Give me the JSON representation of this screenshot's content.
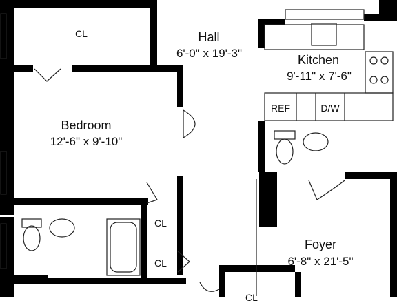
{
  "plan": {
    "rooms": {
      "hall": {
        "name": "Hall",
        "dims": "6'-0\" x 19'-3\""
      },
      "kitchen": {
        "name": "Kitchen",
        "dims": "9'-11\" x 7'-6\""
      },
      "bedroom": {
        "name": "Bedroom",
        "dims": "12'-6\" x 9'-10\""
      },
      "foyer": {
        "name": "Foyer",
        "dims": "6'-8\" x 21'-5\""
      }
    },
    "closets": {
      "top": "CL",
      "mid": "CL",
      "low": "CL",
      "bottom": "CL"
    },
    "appliances": {
      "ref": "REF",
      "dw": "D/W"
    },
    "colors": {
      "wall": "#000000",
      "line": "#222222",
      "paper": "#ffffff"
    }
  }
}
